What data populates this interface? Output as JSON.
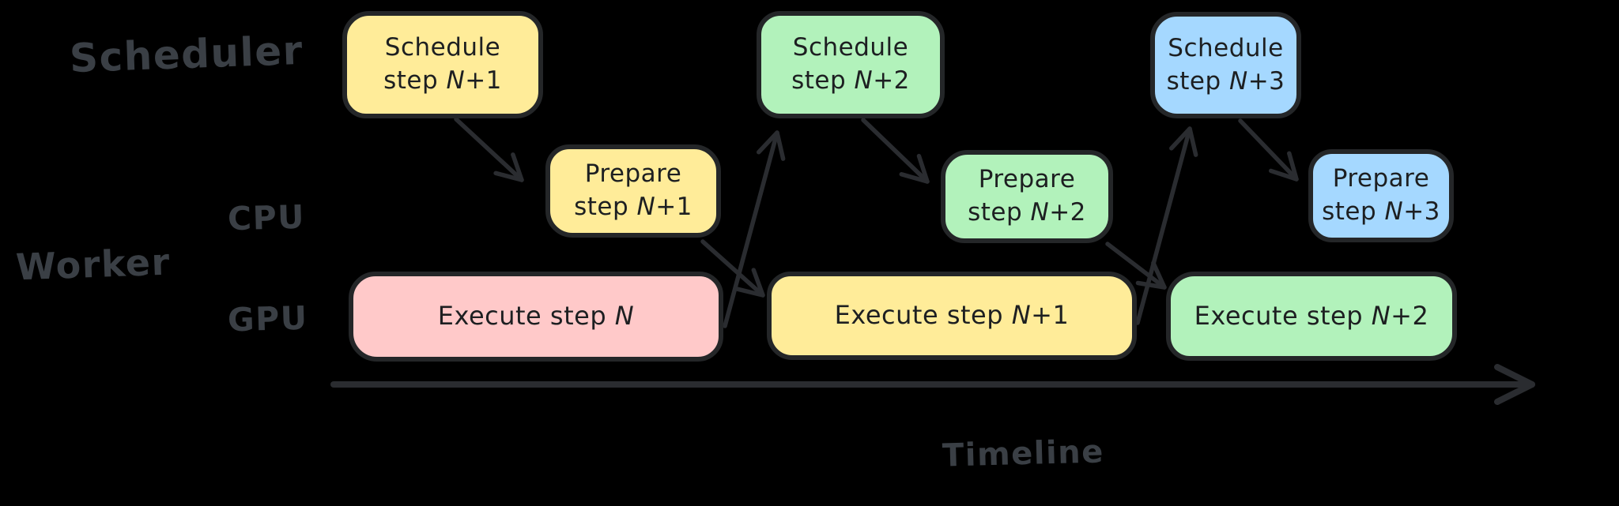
{
  "diagram": {
    "background": "#000000",
    "stroke_color": "#2a2c30",
    "border_color": "#242628",
    "label_color": "#3a3f45",
    "text_color": "#1d1f21",
    "row_labels": {
      "scheduler": "Scheduler",
      "worker": "Worker",
      "cpu": "CPU",
      "gpu": "GPU"
    },
    "timeline_label": "Timeline",
    "boxes": [
      {
        "id": "schedule-step-n+1",
        "lines": [
          "Schedule",
          "step N+1"
        ],
        "fill": "#ffec99"
      },
      {
        "id": "prepare-step-n+1",
        "lines": [
          "Prepare",
          "step N+1"
        ],
        "fill": "#ffec99"
      },
      {
        "id": "execute-step-n",
        "lines": [
          "Execute step N"
        ],
        "fill": "#ffc9c9"
      },
      {
        "id": "schedule-step-n+2",
        "lines": [
          "Schedule",
          "step N+2"
        ],
        "fill": "#b2f2bb"
      },
      {
        "id": "prepare-step-n+2",
        "lines": [
          "Prepare",
          "step N+2"
        ],
        "fill": "#b2f2bb"
      },
      {
        "id": "execute-step-n+1",
        "lines": [
          "Execute step N+1"
        ],
        "fill": "#ffec99"
      },
      {
        "id": "schedule-step-n+3",
        "lines": [
          "Schedule",
          "step N+3"
        ],
        "fill": "#a5d8ff"
      },
      {
        "id": "prepare-step-n+3",
        "lines": [
          "Prepare",
          "step N+3"
        ],
        "fill": "#a5d8ff"
      },
      {
        "id": "execute-step-n+2",
        "lines": [
          "Execute step N+2"
        ],
        "fill": "#b2f2bb"
      }
    ],
    "arrows": [
      {
        "from": "schedule-step-n+1",
        "to": "prepare-step-n+1"
      },
      {
        "from": "prepare-step-n+1",
        "to": "execute-step-n+1"
      },
      {
        "from": "execute-step-n",
        "to": "schedule-step-n+2"
      },
      {
        "from": "schedule-step-n+2",
        "to": "prepare-step-n+2"
      },
      {
        "from": "prepare-step-n+2",
        "to": "execute-step-n+2"
      },
      {
        "from": "execute-step-n+1",
        "to": "schedule-step-n+3"
      },
      {
        "from": "schedule-step-n+3",
        "to": "prepare-step-n+3"
      },
      {
        "from": "timeline-start",
        "to": "timeline-end"
      }
    ]
  }
}
